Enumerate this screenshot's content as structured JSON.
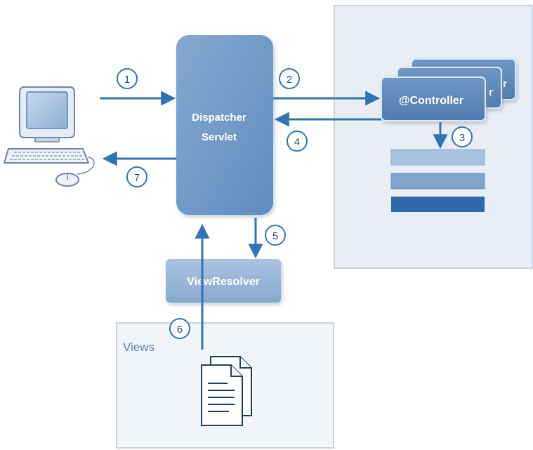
{
  "nodes": {
    "dispatcher": {
      "line1": "Dispatcher",
      "line2": "Servlet"
    },
    "controller": {
      "label": "@Controller",
      "stack_fragment": "r"
    },
    "view_resolver": {
      "label": "ViewResolver"
    },
    "views_panel": {
      "title": "Views"
    }
  },
  "steps": [
    {
      "label": "1"
    },
    {
      "label": "2"
    },
    {
      "label": "3"
    },
    {
      "label": "4"
    },
    {
      "label": "5"
    },
    {
      "label": "6"
    },
    {
      "label": "7"
    }
  ],
  "icons": {
    "client": "computer-icon",
    "documents": "documents-icon"
  },
  "colors": {
    "flow_arrow": "#2e75b6",
    "dispatcher_fill": "#6f99c6",
    "controller_fill": "#5b86b8",
    "controller_panel": "#e9eef4",
    "model_bar_light": "#a9c3df",
    "model_bar_mid": "#7fa5cf",
    "model_bar_dark": "#2f6aa8",
    "circle_stroke": "#2e75b6"
  }
}
